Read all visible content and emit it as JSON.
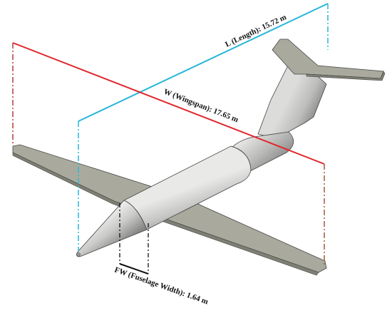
{
  "diagram": {
    "dimensions": [
      {
        "id": "length",
        "label": "L (Length): 15.72 m",
        "color": "#29b6d9"
      },
      {
        "id": "wingspan",
        "label": "W (Wingspan): 17.65 m",
        "color": "#e0262b"
      },
      {
        "id": "fuselage_width",
        "label": "FW (Fuselage Width): 1.64 m",
        "color": "#111111"
      }
    ],
    "colors": {
      "surface": "#a9aa9d",
      "surface_dark": "#85867a",
      "body_light": "#ececeb",
      "body_mid": "#b9b9b8",
      "body_dark": "#7b7b7a",
      "outline": "#333333"
    }
  }
}
